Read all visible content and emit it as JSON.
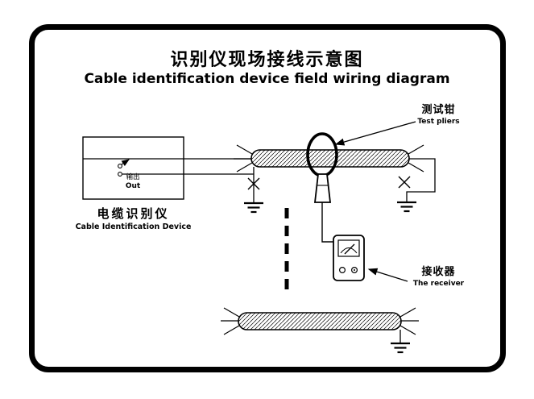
{
  "title": {
    "zh": "识别仪现场接线示意图",
    "en": "Cable identification device field wiring diagram"
  },
  "device_box": {
    "name_zh": "电缆识别仪",
    "name_en": "Cable Identification Device",
    "output_zh": "输出",
    "output_en": "Out"
  },
  "callouts": {
    "test_pliers": {
      "zh": "测试钳",
      "en": "Test pliers"
    },
    "receiver": {
      "zh": "接收器",
      "en": "The receiver"
    }
  },
  "icons": {
    "ground_symbol": "earth-ground",
    "cut_mark": "x-mark",
    "clamp": "current-clamp",
    "meter": "analog-meter"
  },
  "colors": {
    "ink": "#000000",
    "paper": "#ffffff"
  }
}
